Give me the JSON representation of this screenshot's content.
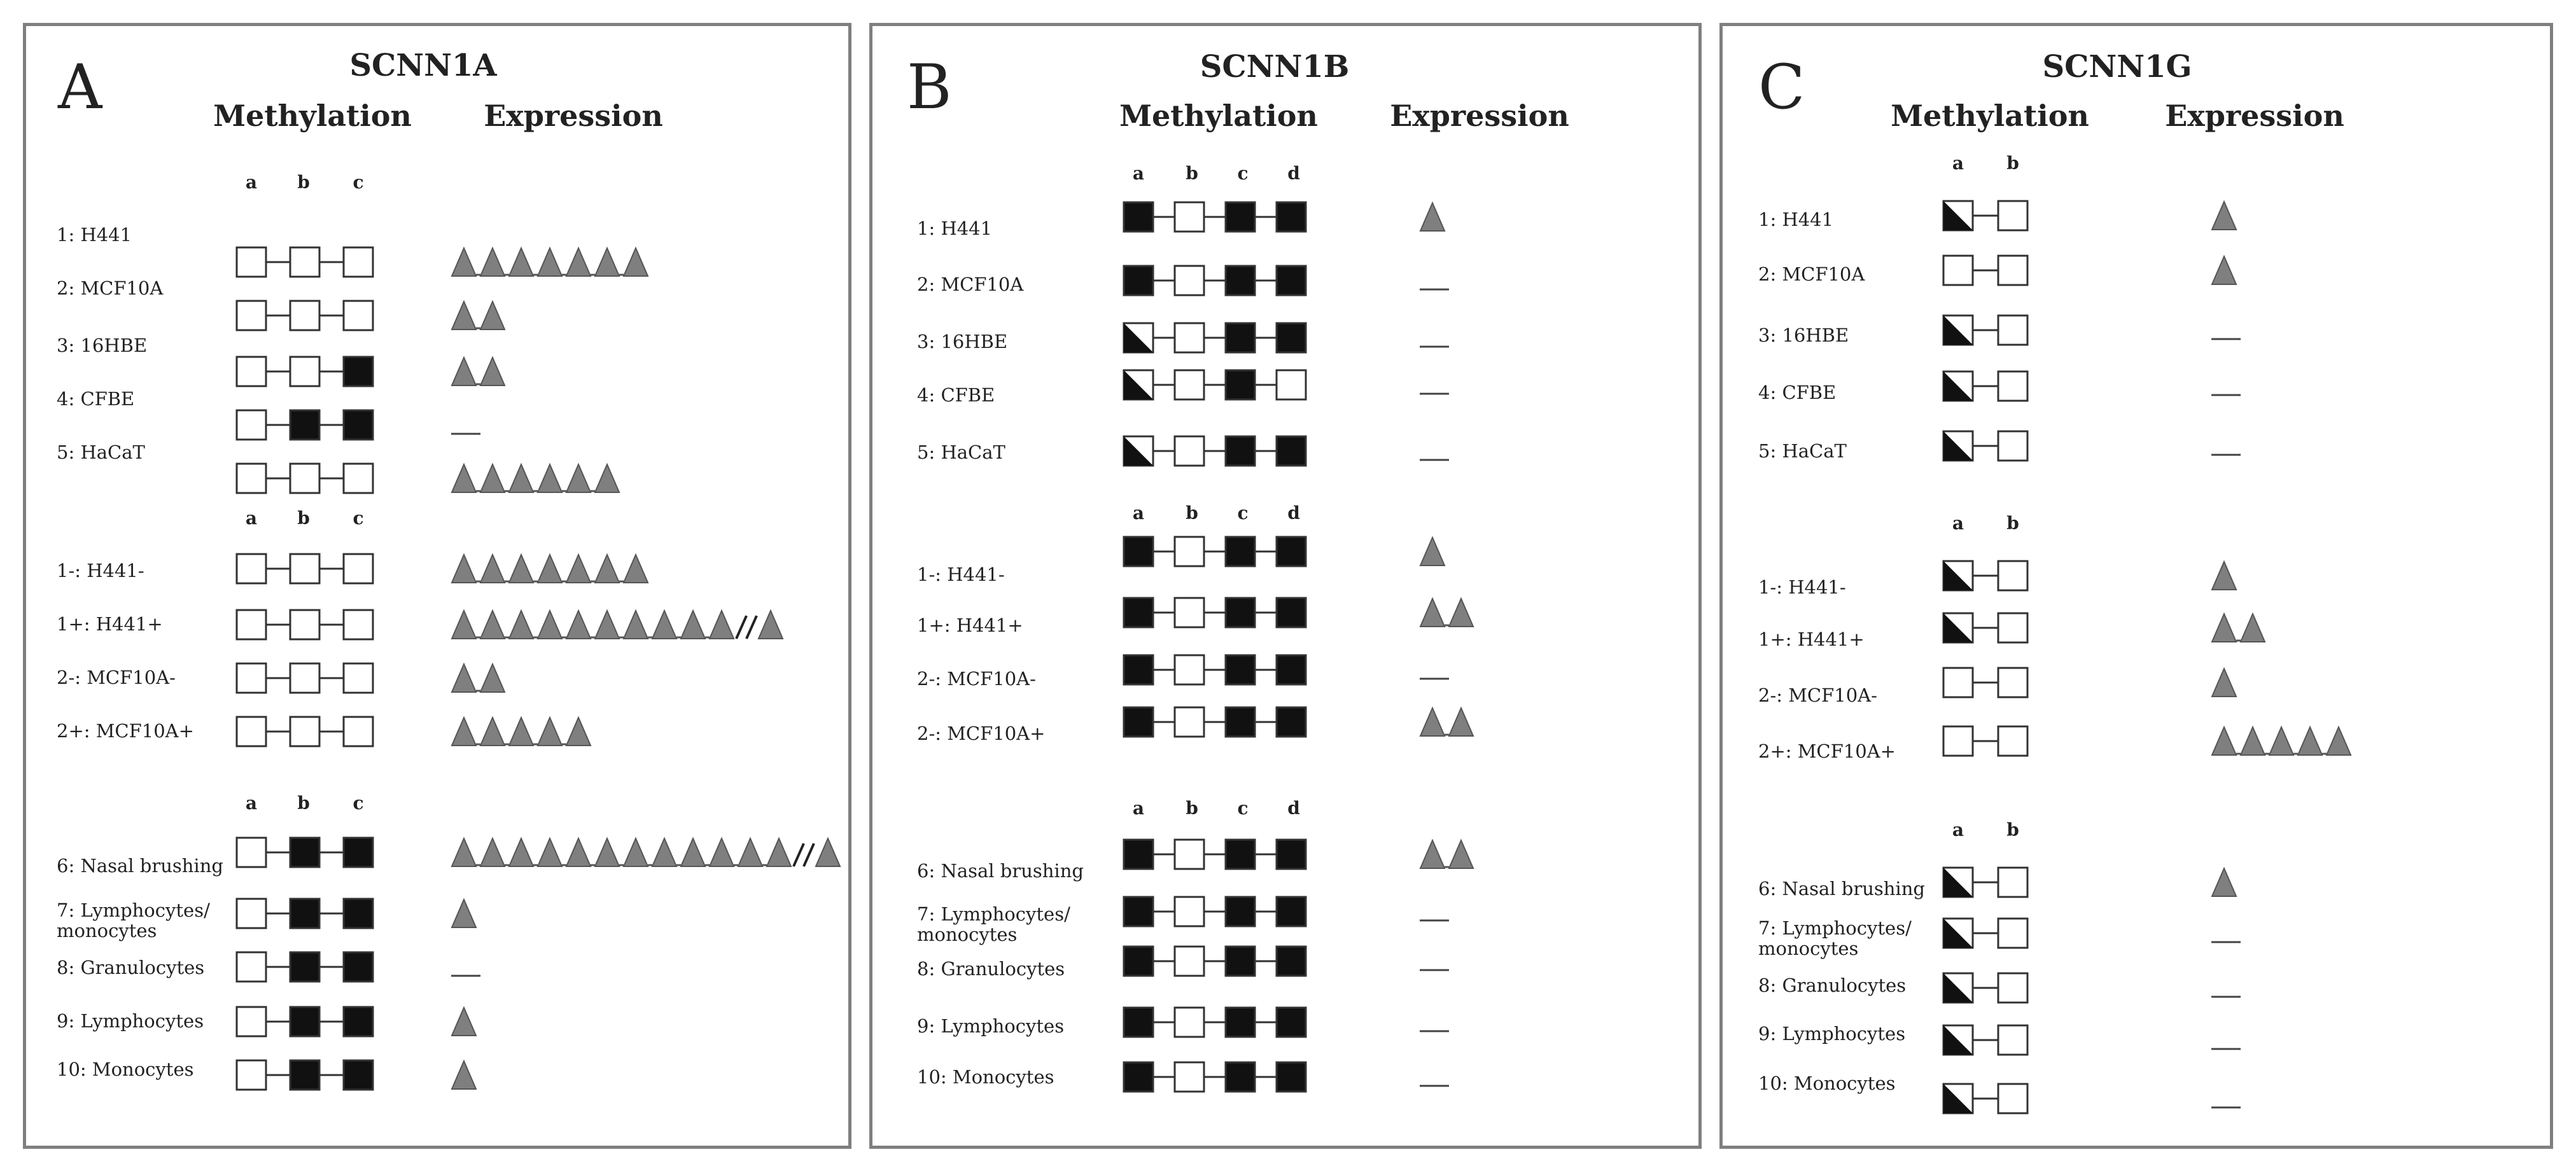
{
  "colors": {
    "methylated": "#111111",
    "unmethylated": "#ffffff",
    "stroke": "#333333",
    "triangle": "#7f7f7f",
    "panel_border": "#7f7f7f"
  },
  "panels": [
    {
      "letter": "A",
      "gene": "SCNN1A",
      "methylation_header": "Methylation",
      "expression_header": "Expression",
      "groups": [
        {
          "sites": [
            "a",
            "b",
            "c"
          ],
          "rows": [
            {
              "label": "1: H441",
              "methylation": [
                "U",
                "U",
                "U"
              ],
              "expression": {
                "triangles": 7,
                "break": false,
                "after": 0
              }
            },
            {
              "label": "2: MCF10A",
              "methylation": [
                "U",
                "U",
                "U"
              ],
              "expression": {
                "triangles": 2,
                "break": false,
                "after": 0
              }
            },
            {
              "label": "3: 16HBE",
              "methylation": [
                "U",
                "U",
                "M"
              ],
              "expression": {
                "triangles": 2,
                "break": false,
                "after": 0
              }
            },
            {
              "label": "4: CFBE",
              "methylation": [
                "U",
                "M",
                "M"
              ],
              "expression": {
                "triangles": 0,
                "break": false,
                "after": 0
              }
            },
            {
              "label": "5: HaCaT",
              "methylation": [
                "U",
                "U",
                "U"
              ],
              "expression": {
                "triangles": 6,
                "break": false,
                "after": 0
              }
            }
          ]
        },
        {
          "sites": [
            "a",
            "b",
            "c"
          ],
          "rows": [
            {
              "label": "1-: H441-",
              "methylation": [
                "U",
                "U",
                "U"
              ],
              "expression": {
                "triangles": 7,
                "break": false,
                "after": 0
              }
            },
            {
              "label": "1+: H441+",
              "methylation": [
                "U",
                "U",
                "U"
              ],
              "expression": {
                "triangles": 10,
                "break": true,
                "after": 1
              }
            },
            {
              "label": "2-: MCF10A-",
              "methylation": [
                "U",
                "U",
                "U"
              ],
              "expression": {
                "triangles": 2,
                "break": false,
                "after": 0
              }
            },
            {
              "label": "2+: MCF10A+",
              "methylation": [
                "U",
                "U",
                "U"
              ],
              "expression": {
                "triangles": 5,
                "break": false,
                "after": 0
              }
            }
          ]
        },
        {
          "sites": [
            "a",
            "b",
            "c"
          ],
          "rows": [
            {
              "label": "6: Nasal brushing",
              "methylation": [
                "U",
                "M",
                "M"
              ],
              "expression": {
                "triangles": 12,
                "break": true,
                "after": 1
              }
            },
            {
              "label": "7: Lymphocytes/\nmonocytes",
              "methylation": [
                "U",
                "M",
                "M"
              ],
              "expression": {
                "triangles": 1,
                "break": false,
                "after": 0
              }
            },
            {
              "label": "8: Granulocytes",
              "methylation": [
                "U",
                "M",
                "M"
              ],
              "expression": {
                "triangles": 0,
                "break": false,
                "after": 0
              }
            },
            {
              "label": "9: Lymphocytes",
              "methylation": [
                "U",
                "M",
                "M"
              ],
              "expression": {
                "triangles": 1,
                "break": false,
                "after": 0
              }
            },
            {
              "label": "10: Monocytes",
              "methylation": [
                "U",
                "M",
                "M"
              ],
              "expression": {
                "triangles": 1,
                "break": false,
                "after": 0
              }
            }
          ]
        }
      ]
    },
    {
      "letter": "B",
      "gene": "SCNN1B",
      "methylation_header": "Methylation",
      "expression_header": "Expression",
      "groups": [
        {
          "sites": [
            "a",
            "b",
            "c",
            "d"
          ],
          "rows": [
            {
              "label": "1: H441",
              "methylation": [
                "M",
                "U",
                "M",
                "M"
              ],
              "expression": {
                "triangles": 1,
                "break": false,
                "after": 0
              }
            },
            {
              "label": "2: MCF10A",
              "methylation": [
                "M",
                "U",
                "M",
                "M"
              ],
              "expression": {
                "triangles": 0,
                "break": false,
                "after": 0
              }
            },
            {
              "label": "3: 16HBE",
              "methylation": [
                "H",
                "U",
                "M",
                "M"
              ],
              "expression": {
                "triangles": 0,
                "break": false,
                "after": 0
              }
            },
            {
              "label": "4: CFBE",
              "methylation": [
                "H",
                "U",
                "M",
                "U"
              ],
              "expression": {
                "triangles": 0,
                "break": false,
                "after": 0
              }
            },
            {
              "label": "5: HaCaT",
              "methylation": [
                "H",
                "U",
                "M",
                "M"
              ],
              "expression": {
                "triangles": 0,
                "break": false,
                "after": 0
              }
            }
          ]
        },
        {
          "sites": [
            "a",
            "b",
            "c",
            "d"
          ],
          "rows": [
            {
              "label": "1-: H441-",
              "methylation": [
                "M",
                "U",
                "M",
                "M"
              ],
              "expression": {
                "triangles": 1,
                "break": false,
                "after": 0
              }
            },
            {
              "label": "1+: H441+",
              "methylation": [
                "M",
                "U",
                "M",
                "M"
              ],
              "expression": {
                "triangles": 2,
                "break": false,
                "after": 0
              }
            },
            {
              "label": "2-: MCF10A-",
              "methylation": [
                "M",
                "U",
                "M",
                "M"
              ],
              "expression": {
                "triangles": 0,
                "break": false,
                "after": 0
              }
            },
            {
              "label": "2-: MCF10A+",
              "methylation": [
                "M",
                "U",
                "M",
                "M"
              ],
              "expression": {
                "triangles": 2,
                "break": false,
                "after": 0
              }
            }
          ]
        },
        {
          "sites": [
            "a",
            "b",
            "c",
            "d"
          ],
          "rows": [
            {
              "label": "6: Nasal brushing",
              "methylation": [
                "M",
                "U",
                "M",
                "M"
              ],
              "expression": {
                "triangles": 2,
                "break": false,
                "after": 0
              }
            },
            {
              "label": "7: Lymphocytes/\nmonocytes",
              "methylation": [
                "M",
                "U",
                "M",
                "M"
              ],
              "expression": {
                "triangles": 0,
                "break": false,
                "after": 0
              }
            },
            {
              "label": "8: Granulocytes",
              "methylation": [
                "M",
                "U",
                "M",
                "M"
              ],
              "expression": {
                "triangles": 0,
                "break": false,
                "after": 0
              }
            },
            {
              "label": "9: Lymphocytes",
              "methylation": [
                "M",
                "U",
                "M",
                "M"
              ],
              "expression": {
                "triangles": 0,
                "break": false,
                "after": 0
              }
            },
            {
              "label": "10: Monocytes",
              "methylation": [
                "M",
                "U",
                "M",
                "M"
              ],
              "expression": {
                "triangles": 0,
                "break": false,
                "after": 0
              }
            }
          ]
        }
      ]
    },
    {
      "letter": "C",
      "gene": "SCNN1G",
      "methylation_header": "Methylation",
      "expression_header": "Expression",
      "groups": [
        {
          "sites": [
            "a",
            "b"
          ],
          "rows": [
            {
              "label": "1: H441",
              "methylation": [
                "H",
                "U"
              ],
              "expression": {
                "triangles": 1,
                "break": false,
                "after": 0
              }
            },
            {
              "label": "2: MCF10A",
              "methylation": [
                "U",
                "U"
              ],
              "expression": {
                "triangles": 1,
                "break": false,
                "after": 0
              }
            },
            {
              "label": "3: 16HBE",
              "methylation": [
                "H",
                "U"
              ],
              "expression": {
                "triangles": 0,
                "break": false,
                "after": 0
              }
            },
            {
              "label": "4: CFBE",
              "methylation": [
                "H",
                "U"
              ],
              "expression": {
                "triangles": 0,
                "break": false,
                "after": 0
              }
            },
            {
              "label": "5: HaCaT",
              "methylation": [
                "H",
                "U"
              ],
              "expression": {
                "triangles": 0,
                "break": false,
                "after": 0
              }
            }
          ]
        },
        {
          "sites": [
            "a",
            "b"
          ],
          "rows": [
            {
              "label": "1-: H441-",
              "methylation": [
                "H",
                "U"
              ],
              "expression": {
                "triangles": 1,
                "break": false,
                "after": 0
              }
            },
            {
              "label": "1+: H441+",
              "methylation": [
                "H",
                "U"
              ],
              "expression": {
                "triangles": 2,
                "break": false,
                "after": 0
              }
            },
            {
              "label": "2-: MCF10A-",
              "methylation": [
                "U",
                "U"
              ],
              "expression": {
                "triangles": 1,
                "break": false,
                "after": 0
              }
            },
            {
              "label": "2+: MCF10A+",
              "methylation": [
                "U",
                "U"
              ],
              "expression": {
                "triangles": 5,
                "break": false,
                "after": 0
              }
            }
          ]
        },
        {
          "sites": [
            "a",
            "b"
          ],
          "rows": [
            {
              "label": "6: Nasal brushing",
              "methylation": [
                "H",
                "U"
              ],
              "expression": {
                "triangles": 1,
                "break": false,
                "after": 0
              }
            },
            {
              "label": "7: Lymphocytes/\nmonocytes",
              "methylation": [
                "H",
                "U"
              ],
              "expression": {
                "triangles": 0,
                "break": false,
                "after": 0
              }
            },
            {
              "label": "8: Granulocytes",
              "methylation": [
                "H",
                "U"
              ],
              "expression": {
                "triangles": 0,
                "break": false,
                "after": 0
              }
            },
            {
              "label": "9: Lymphocytes",
              "methylation": [
                "H",
                "U"
              ],
              "expression": {
                "triangles": 0,
                "break": false,
                "after": 0
              }
            },
            {
              "label": "10: Monocytes",
              "methylation": [
                "H",
                "U"
              ],
              "expression": {
                "triangles": 0,
                "break": false,
                "after": 0
              }
            }
          ]
        }
      ]
    }
  ]
}
